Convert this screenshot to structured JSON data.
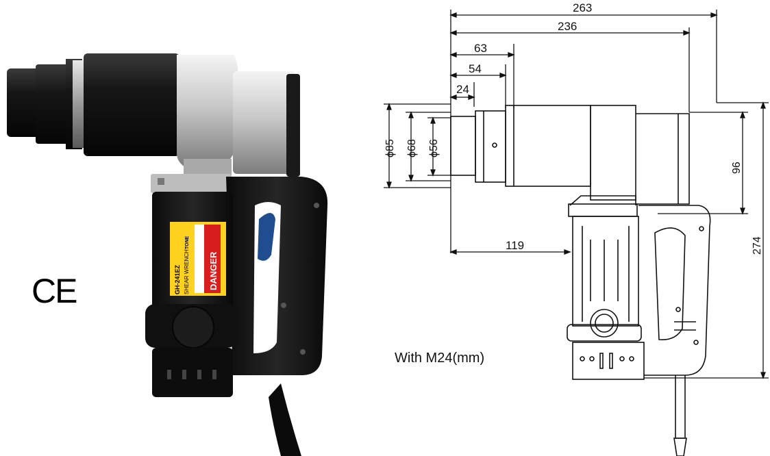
{
  "mark": {
    "ce": "CE"
  },
  "tool_label": {
    "brand": "TONE",
    "name": "SHEAR WRENCH",
    "model": "GH-241EZ",
    "warning": "DANGER"
  },
  "dimensions": {
    "d263": "263",
    "d236": "236",
    "d63": "63",
    "d54": "54",
    "d24": "24",
    "phi85": "ϕ85",
    "phi68": "ϕ68",
    "phi56": "ϕ56",
    "d96": "96",
    "d274": "274",
    "d119": "119"
  },
  "note": "With M24(mm)"
}
